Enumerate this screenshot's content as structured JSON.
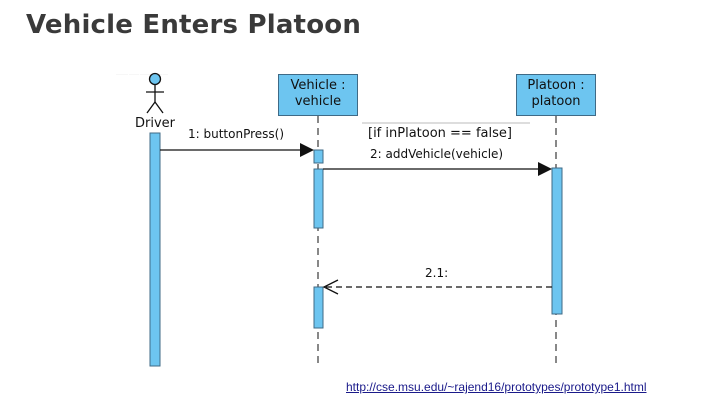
{
  "slide": {
    "title": "Vehicle Enters Platoon"
  },
  "diagram": {
    "actor": {
      "name": "Driver",
      "icon": "stick-figure-icon"
    },
    "lifelines": [
      {
        "id": "vehicle",
        "label_line1": "Vehicle :",
        "label_line2": "vehicle"
      },
      {
        "id": "platoon",
        "label_line1": "Platoon :",
        "label_line2": "platoon"
      }
    ],
    "messages": [
      {
        "id": "m1",
        "label": "1: buttonPress()",
        "from": "Driver",
        "to": "vehicle",
        "style": "synchronous"
      },
      {
        "id": "m2",
        "guard": "[if inPlatoon == false]",
        "label": "2: addVehicle(vehicle)",
        "from": "vehicle",
        "to": "platoon",
        "style": "synchronous"
      },
      {
        "id": "m21",
        "label": "2.1:",
        "from": "platoon",
        "to": "vehicle",
        "style": "return"
      }
    ],
    "colors": {
      "box_fill": "#6dc5f0",
      "box_border": "#3f6a86",
      "line": "#111111"
    }
  },
  "footer": {
    "url": "http://cse.msu.edu/~rajend16/prototypes/prototype1.html"
  }
}
